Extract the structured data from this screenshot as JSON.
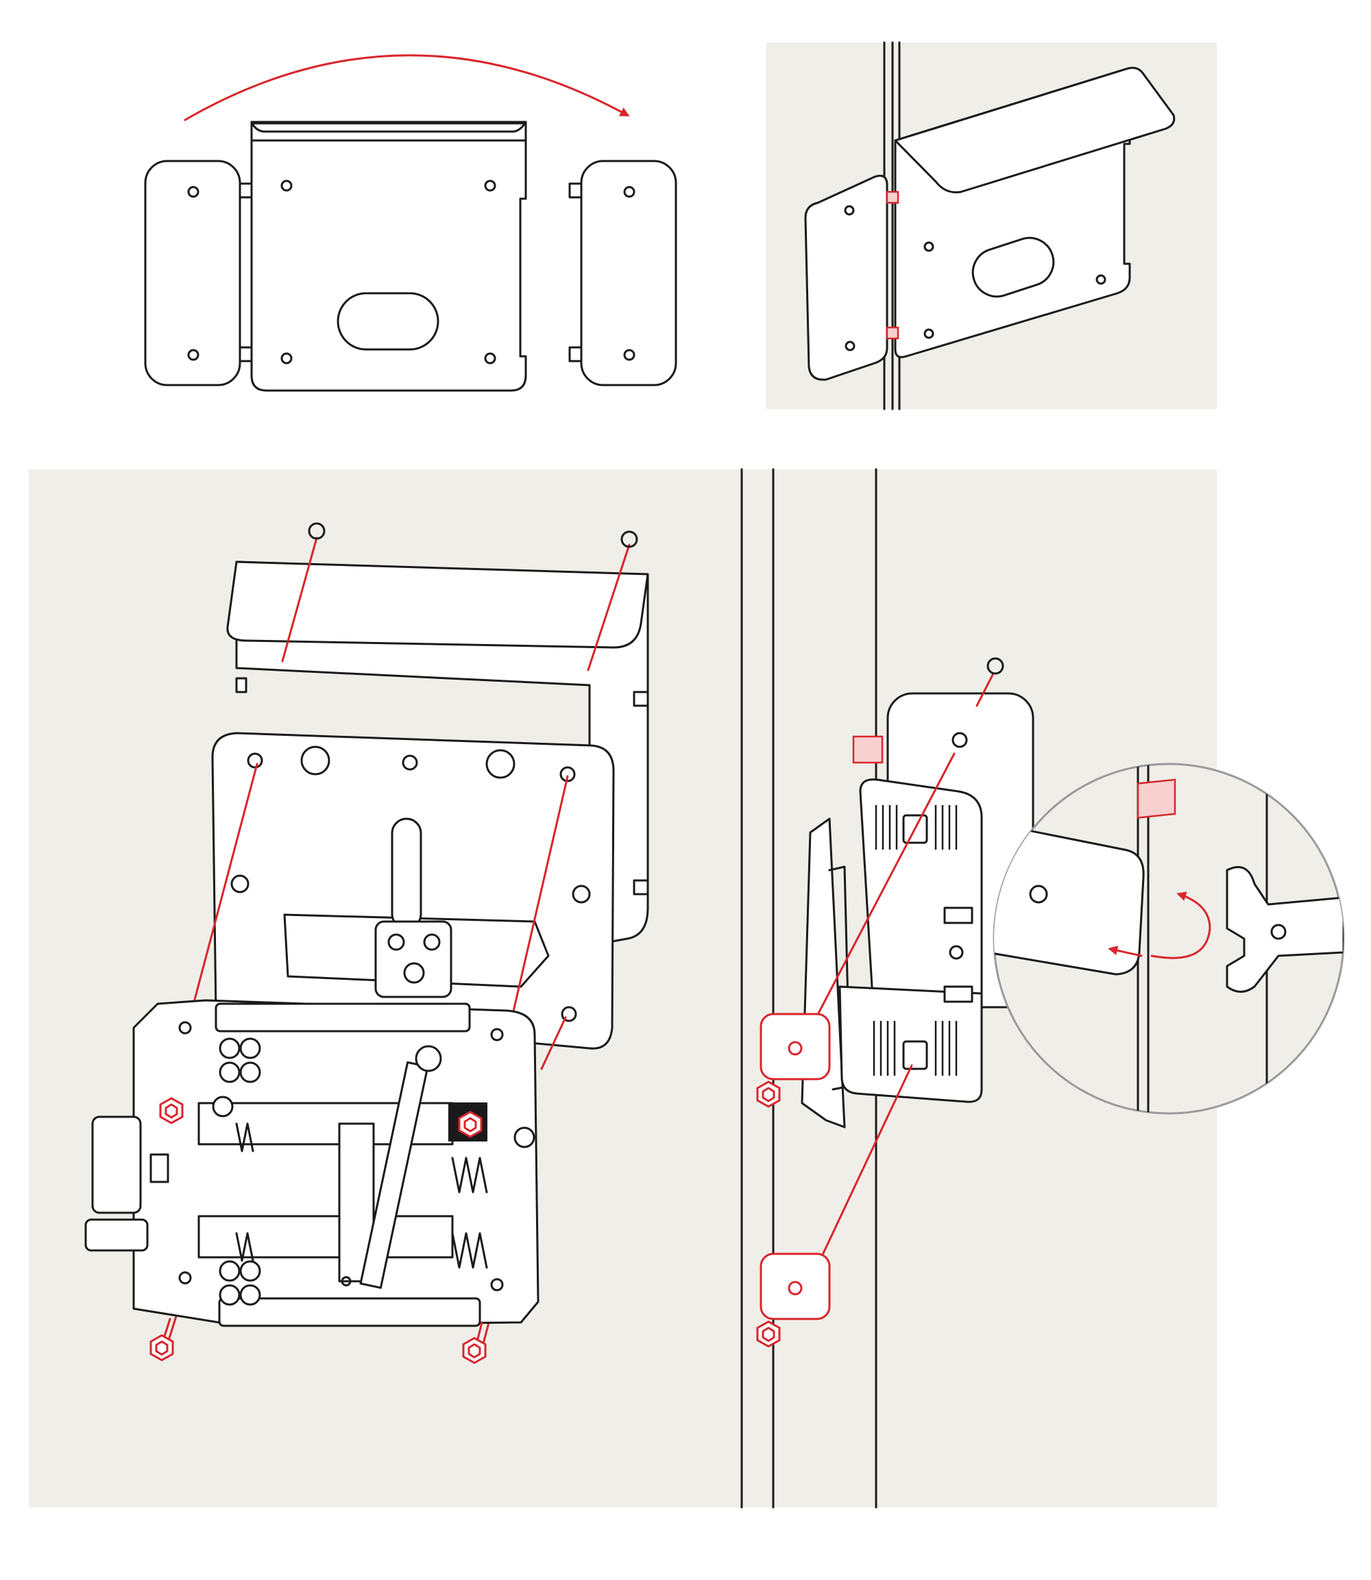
{
  "colors": {
    "background": "#ffffff",
    "panel": "#efeee8",
    "line": "#1a1a1a",
    "accent": "#d9252b",
    "accent_fill": "#f8d0d0"
  },
  "steps": [
    {
      "id": "fold-bracket",
      "icon": "curved-arrow-icon"
    },
    {
      "id": "mounted-bracket",
      "icon": "bracket-on-frame-icon"
    },
    {
      "id": "lock-assembly",
      "icon": "screw-icon"
    },
    {
      "id": "strike-plate-assembly",
      "icon": "pliers-icon"
    }
  ]
}
